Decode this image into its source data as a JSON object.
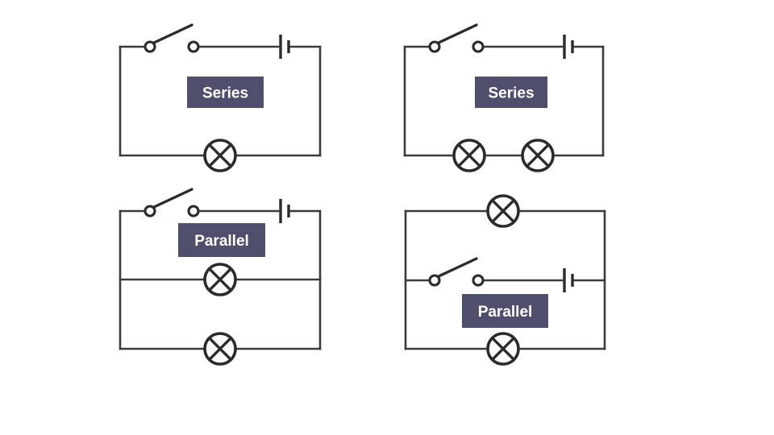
{
  "colors": {
    "background": "#ffffff",
    "wire": "#3c3c3c",
    "component": "#2b2b2b",
    "label_bg": "#4f4f6d",
    "label_text": "#ffffff"
  },
  "circuits": [
    {
      "id": "series-one-lamp",
      "label": "Series",
      "topology": "series",
      "lamp_count": 1,
      "symbols": [
        "open-switch",
        "cell",
        "lamp"
      ]
    },
    {
      "id": "series-two-lamps",
      "label": "Series",
      "topology": "series",
      "lamp_count": 2,
      "symbols": [
        "open-switch",
        "cell",
        "lamp",
        "lamp"
      ]
    },
    {
      "id": "parallel-two-lamps-source-top",
      "label": "Parallel",
      "topology": "parallel",
      "lamp_count": 2,
      "symbols": [
        "open-switch",
        "cell",
        "lamp",
        "lamp"
      ]
    },
    {
      "id": "parallel-two-lamps-source-middle",
      "label": "Parallel",
      "topology": "parallel",
      "lamp_count": 2,
      "symbols": [
        "open-switch",
        "cell",
        "lamp",
        "lamp"
      ]
    }
  ]
}
